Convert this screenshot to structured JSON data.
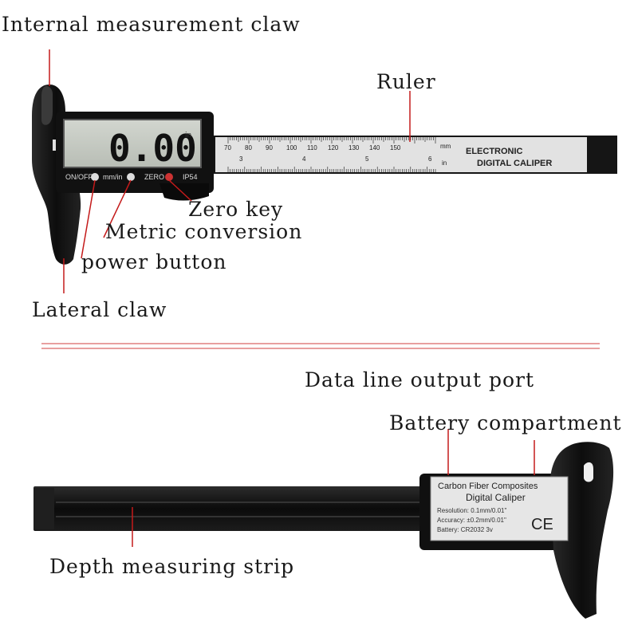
{
  "labels": {
    "internal_claw": "Internal measurement claw",
    "ruler": "Ruler",
    "zero_key": "Zero key",
    "metric_conversion": "Metric conversion",
    "power_button": "power button",
    "lateral_claw": "Lateral claw",
    "data_port": "Data line output port",
    "battery": "Battery compartment",
    "depth_strip": "Depth measuring strip"
  },
  "top_caliper": {
    "display_value": "0.00",
    "display_unit": "in",
    "onoff_label": "ON/OFF",
    "mmin_label": "mm/in",
    "zero_label": "ZERO",
    "ip_label": "IP54",
    "brand_line1": "ELECTRONIC",
    "brand_line2": "DIGITAL CALIPER",
    "mm_unit": "mm",
    "in_unit": "in",
    "mm_scale": [
      "70",
      "80",
      "90",
      "100",
      "110",
      "120",
      "130",
      "140",
      "150"
    ],
    "in_scale": [
      "3",
      "4",
      "5",
      "6"
    ]
  },
  "bottom_caliper": {
    "line1": "Carbon Fiber Composites",
    "line2": "Digital Caliper",
    "spec1": "Resolution: 0.1mm/0.01\"",
    "spec2": "Accuracy: ±0.2mm/0.01\"",
    "spec3": "Battery: CR2032 3v",
    "ce_mark": "CE"
  },
  "colors": {
    "body": "#141414",
    "ruler": "#e3e3e3",
    "lcd": "#c7cbc4",
    "divider": "#e8a0a0",
    "leader": "#c41a1a"
  }
}
